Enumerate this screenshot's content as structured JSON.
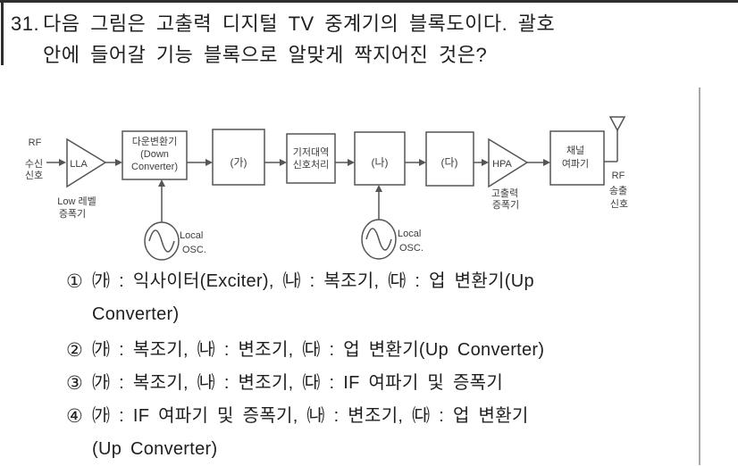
{
  "question": {
    "number": "31.",
    "line1": "다음 그림은 고출력 디지털 TV 중계기의 블록도이다. 괄호",
    "line2": "안에 들어갈 기능 블록으로 알맞게 짝지어진 것은?"
  },
  "diagram": {
    "input_signal": {
      "line1": "RF",
      "line2": "수신",
      "line3": "신호"
    },
    "lla": {
      "label": "LLA",
      "caption_line1": "Low 레벨",
      "caption_line2": "증폭기"
    },
    "down_converter": {
      "line1": "다운변환기",
      "line2": "(Down",
      "line3": "Converter)"
    },
    "blank_ga": "(가)",
    "baseband": {
      "line1": "기저대역",
      "line2": "신호처리"
    },
    "blank_na": "(나)",
    "blank_da": "(다)",
    "hpa": {
      "label": "HPA",
      "caption_line1": "고출력",
      "caption_line2": "증폭기"
    },
    "channel_filter": {
      "line1": "채널",
      "line2": "여파기"
    },
    "output_signal": {
      "line1": "RF",
      "line2": "송출",
      "line3": "신호"
    },
    "local_osc_1": {
      "line1": "Local",
      "line2": "OSC."
    },
    "local_osc_2": {
      "line1": "Local",
      "line2": "OSC."
    }
  },
  "choices": [
    {
      "num": "①",
      "line1": "㈎ : 익사이터(Exciter), ㈏ : 복조기, ㈐ : 업 변환기(Up",
      "line2": "Converter)"
    },
    {
      "num": "②",
      "line1": "㈎ : 복조기, ㈏ : 변조기, ㈐ : 업 변환기(Up Converter)",
      "line2": ""
    },
    {
      "num": "③",
      "line1": "㈎ : 복조기, ㈏ : 변조기, ㈐ : IF 여파기 및 증폭기",
      "line2": ""
    },
    {
      "num": "④",
      "line1": "㈎ : IF 여파기 및 증폭기, ㈏ : 변조기, ㈐ : 업 변환기",
      "line2": "(Up Converter)"
    }
  ]
}
